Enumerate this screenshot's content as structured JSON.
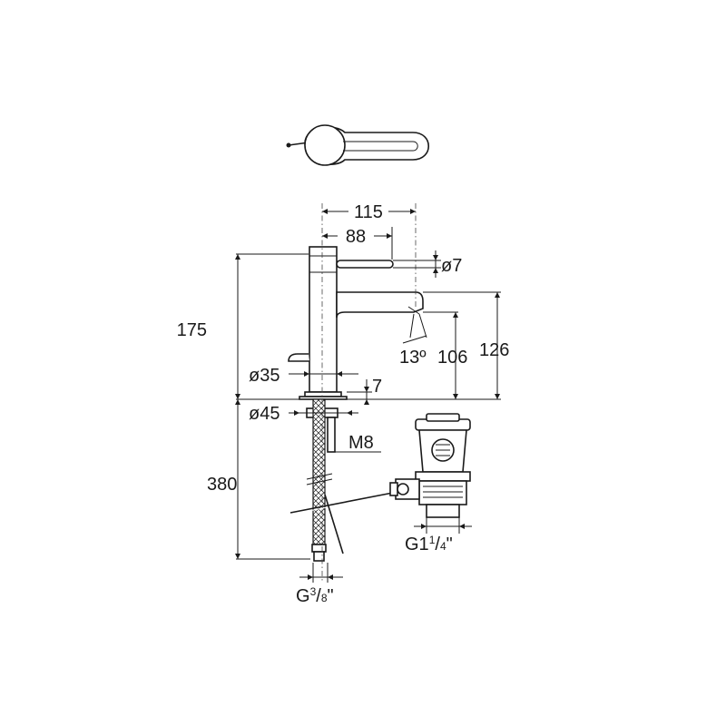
{
  "dimensions": {
    "width_overall": "115",
    "lever_reach": "88",
    "lever_diameter": "ø7",
    "height_body": "175",
    "spout_height": "126",
    "aerator_height": "106",
    "spout_angle": "13º",
    "body_diameter": "ø35",
    "flange_height": "7",
    "base_diameter": "ø45",
    "stud_thread": "M8",
    "hose_length": "380",
    "hose_thread_main": "G",
    "hose_thread_num": "3",
    "hose_thread_den": "8",
    "hose_thread_suffix": "\"",
    "waste_thread_main": "G1",
    "waste_thread_num": "1",
    "waste_thread_den": "4",
    "waste_thread_suffix": "\""
  },
  "colors": {
    "line": "#1a1a1a",
    "background": "#ffffff"
  }
}
